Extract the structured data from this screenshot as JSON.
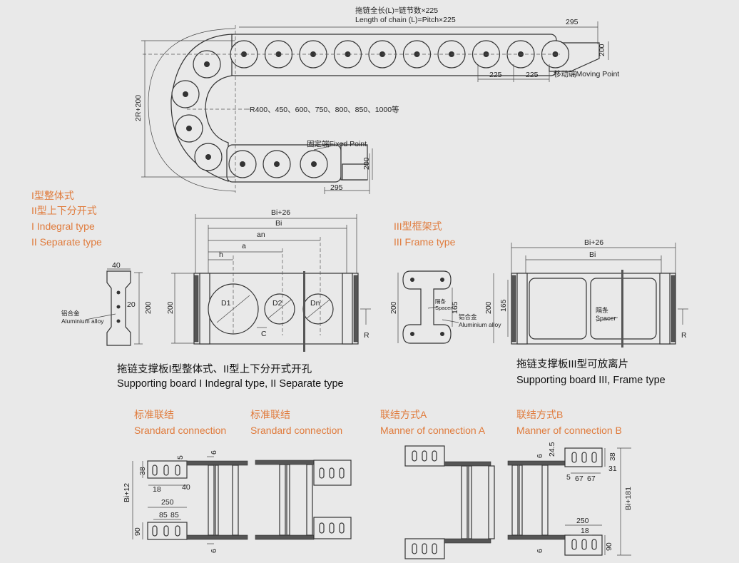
{
  "top": {
    "chain_length_cn": "拖链全长(L)=链节数×225",
    "chain_length_en": "Length of chain (L)=Pitch×225",
    "dim_295_top": "295",
    "dim_200_right": "200",
    "dim_225_a": "225",
    "dim_225_b": "225",
    "moving_point": "移动端Moving Point",
    "dim_2r": "2R+200",
    "radius": "R400、450、600、750、800、850、1000等",
    "fixed_point": "固定端Fixed Point",
    "dim_200_fixed": "200",
    "dim_295_bottom": "295"
  },
  "types": {
    "t1_cn": "I型整体式",
    "t2_cn": "II型上下分开式",
    "t1_en": "I Indegral type",
    "t2_en": "II Separate type",
    "t3_cn": "III型框架式",
    "t3_en": "III Frame type"
  },
  "board1": {
    "dim_40": "40",
    "dim_20": "20",
    "dim_200_side": "200",
    "alloy_cn": "铝合金",
    "alloy_en": "Aluminium alloy",
    "bi26": "Bi+26",
    "bi": "Bi",
    "an": "an",
    "a": "a",
    "h": "h",
    "dim_200": "200",
    "d1": "D1",
    "d2": "D2",
    "dn": "Dn",
    "c": "C",
    "r": "R",
    "caption_cn": "拖链支撑板I型整体式、II型上下分开式开孔",
    "caption_en": "Supporting board I Indegral type, II Separate type"
  },
  "board3": {
    "dim_200_side": "200",
    "spacer_cn_small": "隔条",
    "spacer_en_small": "Spacer",
    "dim_165_side": "165",
    "alloy_cn": "铝合金",
    "alloy_en": "Aluminium alloy",
    "bi26": "Bi+26",
    "bi": "Bi",
    "dim_200": "200",
    "dim_165": "165",
    "spacer_cn": "隔条",
    "spacer_en": "Spacer",
    "r": "R",
    "caption_cn": "拖链支撑板III型可放离片",
    "caption_en": "Supporting board III, Frame type"
  },
  "connections": {
    "std1_cn": "标准联结",
    "std1_en": "Srandard connection",
    "std2_cn": "标准联结",
    "std2_en": "Srandard connection",
    "mA_cn": "联结方式A",
    "mA_en": "Manner of connection A",
    "mB_cn": "联结方式B",
    "mB_en": "Manner of connection B"
  },
  "std_dims": {
    "d5": "5",
    "d6_top": "6",
    "d38": "38",
    "d18": "18",
    "d40": "40",
    "bi12": "Bi+12",
    "d250": "250",
    "d85a": "85",
    "d85b": "85",
    "d90": "90",
    "d6_bottom": "6"
  },
  "b_dims": {
    "d6": "6",
    "d24_5": "24.5",
    "d38": "38",
    "d5": "5",
    "d67a": "67",
    "d67b": "67",
    "d31": "31",
    "bi181": "Bi+181",
    "d250": "250",
    "d18": "18",
    "d90": "90",
    "d6_bottom": "6"
  }
}
